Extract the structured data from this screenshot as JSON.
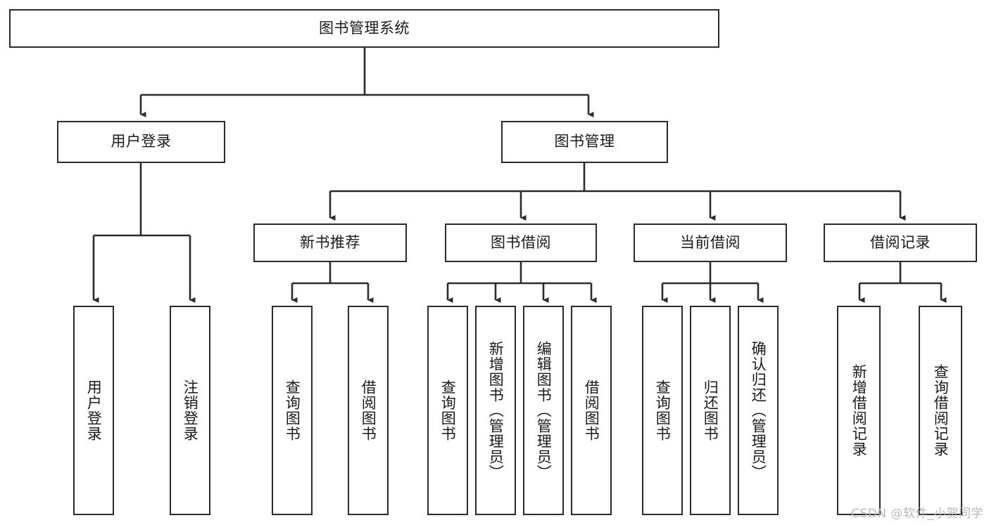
{
  "diagram": {
    "title": "图书管理系统",
    "type": "tree-hierarchy",
    "root": {
      "label": "图书管理系统"
    },
    "level1": [
      {
        "label": "用户登录"
      },
      {
        "label": "图书管理"
      }
    ],
    "level2": [
      {
        "label": "新书推荐"
      },
      {
        "label": "图书借阅"
      },
      {
        "label": "当前借阅"
      },
      {
        "label": "借阅记录"
      }
    ],
    "leaves": {
      "user_login": [
        {
          "label": "用户登录"
        },
        {
          "label": "注销登录"
        }
      ],
      "new_book_recommend": [
        {
          "label": "查询图书"
        },
        {
          "label": "借阅图书"
        }
      ],
      "book_borrow": [
        {
          "label": "查询图书"
        },
        {
          "label": "新增图书（管理员）"
        },
        {
          "label": "编辑图书（管理员）"
        },
        {
          "label": "借阅图书"
        }
      ],
      "current_borrow": [
        {
          "label": "查询图书"
        },
        {
          "label": "归还图书"
        },
        {
          "label": "确认归还（管理员）"
        }
      ],
      "borrow_record": [
        {
          "label": "新增借阅记录"
        },
        {
          "label": "查询借阅记录"
        }
      ]
    }
  },
  "watermark": {
    "text": "CSDN @软件_小贺同学"
  },
  "colors": {
    "border": "#2b2b2b",
    "text": "#1a1a1a",
    "background": "#ffffff",
    "watermark": "#b9b9b9"
  }
}
